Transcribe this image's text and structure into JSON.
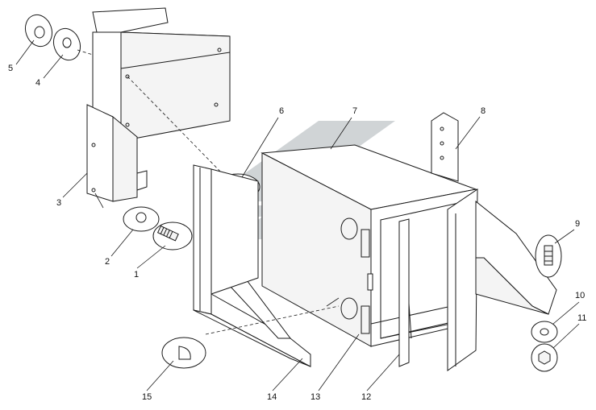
{
  "diagram": {
    "callouts": [
      {
        "id": "c1",
        "label": "1"
      },
      {
        "id": "c2",
        "label": "2"
      },
      {
        "id": "c3",
        "label": "3"
      },
      {
        "id": "c4",
        "label": "4"
      },
      {
        "id": "c5",
        "label": "5"
      },
      {
        "id": "c6",
        "label": "6"
      },
      {
        "id": "c7",
        "label": "7"
      },
      {
        "id": "c8",
        "label": "8"
      },
      {
        "id": "c9",
        "label": "9"
      },
      {
        "id": "c10",
        "label": "10"
      },
      {
        "id": "c11",
        "label": "11"
      },
      {
        "id": "c12",
        "label": "12"
      },
      {
        "id": "c13",
        "label": "13"
      },
      {
        "id": "c14",
        "label": "14"
      },
      {
        "id": "c15",
        "label": "15"
      }
    ],
    "colors": {
      "line": "#1a1a1a",
      "watermark": "#c8cdd0"
    }
  }
}
